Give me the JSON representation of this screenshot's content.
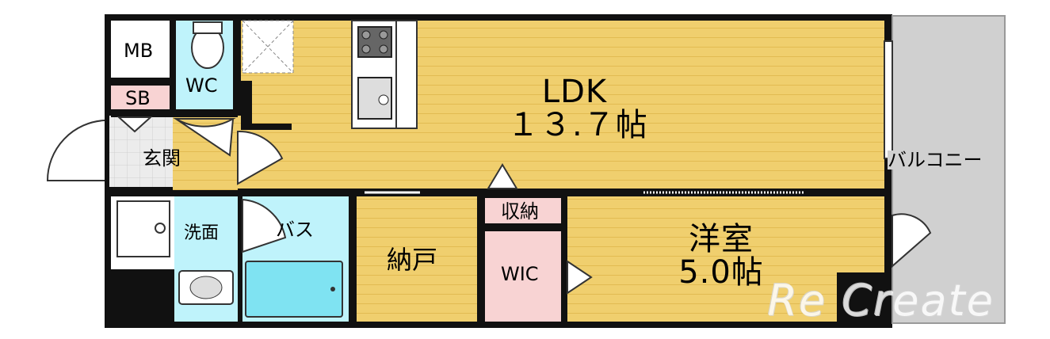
{
  "rooms": {
    "ldk": {
      "name": "LDK",
      "size": "１３.７帖"
    },
    "western": {
      "name": "洋室",
      "size": "5.0帖"
    },
    "storage": "納戸",
    "wic": "WIC",
    "closet": "収納",
    "bath": "バス",
    "washroom": "洗面",
    "wc": "WC",
    "entrance": "玄関",
    "mb": "MB",
    "sb": "SB",
    "balcony": "バルコニー"
  },
  "watermark": "Re Create",
  "colors": {
    "wall": "#111111",
    "floor_wood": "#f0cf6e",
    "floor_line": "#e2bb52",
    "water": "#bff3fb",
    "tile": "#e6e6e6",
    "balcony": "#d0d0d0",
    "pink": "#f8d3d3"
  }
}
